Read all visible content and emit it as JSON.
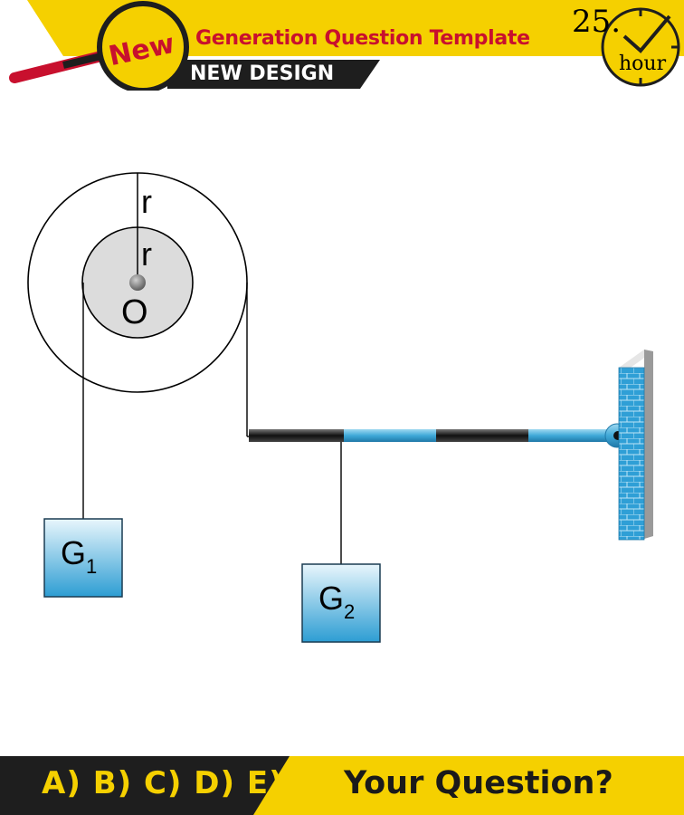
{
  "header": {
    "badge": "New",
    "title": "Generation Question Template",
    "subtitle": "NEW DESIGN",
    "clock": {
      "number": "25.",
      "unit": "hour"
    }
  },
  "diagram": {
    "labels": {
      "outer_radius": "r",
      "inner_radius": "r",
      "center": "O",
      "weight1": {
        "letter": "G",
        "index": "1"
      },
      "weight2": {
        "letter": "G",
        "index": "2"
      }
    }
  },
  "footer": {
    "options": "A) B) C) D) E)",
    "question": "Your Question?"
  },
  "colors": {
    "yellow": "#f5d000",
    "red": "#c8102e",
    "dark": "#1e1e1e",
    "blue": "#3fa9d8",
    "wall_blue": "#2f9fd6"
  }
}
